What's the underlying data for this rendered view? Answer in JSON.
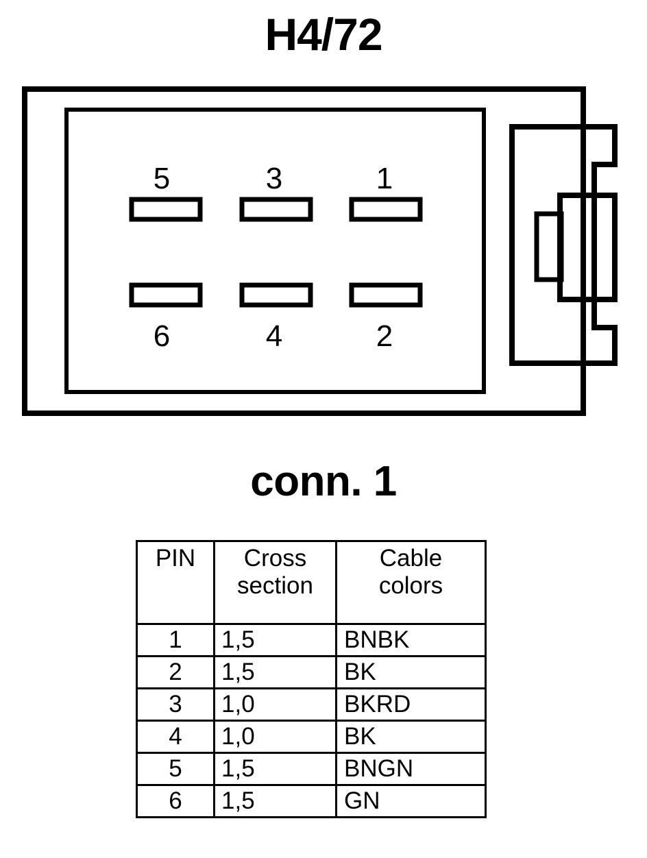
{
  "title": "H4/72",
  "connector": {
    "label": "conn. 1",
    "pins_top": [
      {
        "number": "5"
      },
      {
        "number": "3"
      },
      {
        "number": "1"
      }
    ],
    "pins_bottom": [
      {
        "number": "6"
      },
      {
        "number": "4"
      },
      {
        "number": "2"
      }
    ]
  },
  "table": {
    "headers": {
      "pin": "PIN",
      "cross_section_line1": "Cross",
      "cross_section_line2": "section",
      "cable_colors_line1": "Cable",
      "cable_colors_line2": "colors"
    },
    "rows": [
      {
        "pin": "1",
        "cross_section": "1,5",
        "cable_colors": "BNBK"
      },
      {
        "pin": "2",
        "cross_section": "1,5",
        "cable_colors": "BK"
      },
      {
        "pin": "3",
        "cross_section": "1,0",
        "cable_colors": "BKRD"
      },
      {
        "pin": "4",
        "cross_section": "1,0",
        "cable_colors": "BK"
      },
      {
        "pin": "5",
        "cross_section": "1,5",
        "cable_colors": "BNGN"
      },
      {
        "pin": "6",
        "cross_section": "1,5",
        "cable_colors": "GN"
      }
    ]
  },
  "colors": {
    "line": "#000000",
    "background": "#ffffff"
  }
}
